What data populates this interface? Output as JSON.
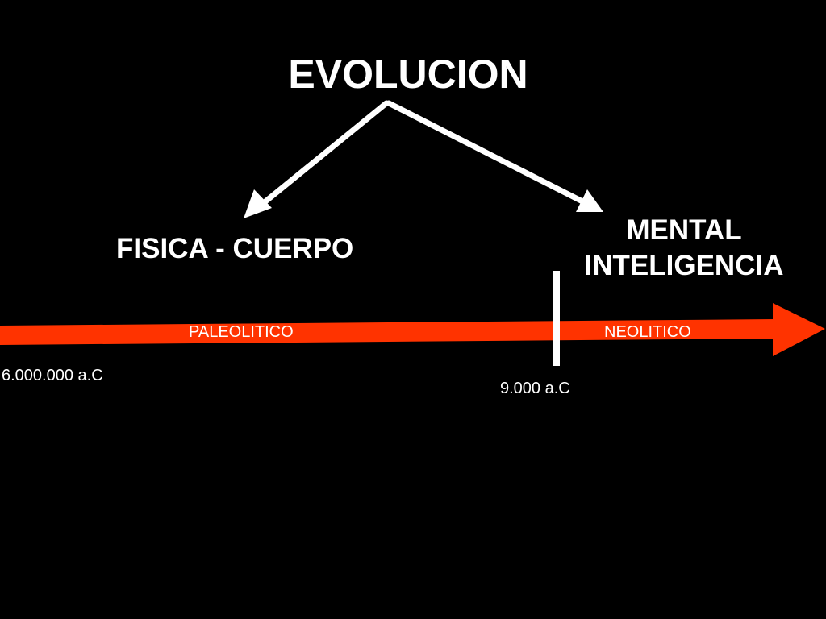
{
  "title": "EVOLUCION",
  "branches": {
    "left": {
      "label": "FISICA - CUERPO"
    },
    "right": {
      "line1": "MENTAL",
      "line2": "INTELIGENCIA"
    }
  },
  "timeline": {
    "eras": [
      "PALEOLITICO",
      "NEOLITICO"
    ],
    "start_label": "6.000.000 a.C",
    "split_label": "9.000 a.C"
  },
  "colors": {
    "background": "#000000",
    "timeline": "#ff3300",
    "text": "#ffffff"
  }
}
